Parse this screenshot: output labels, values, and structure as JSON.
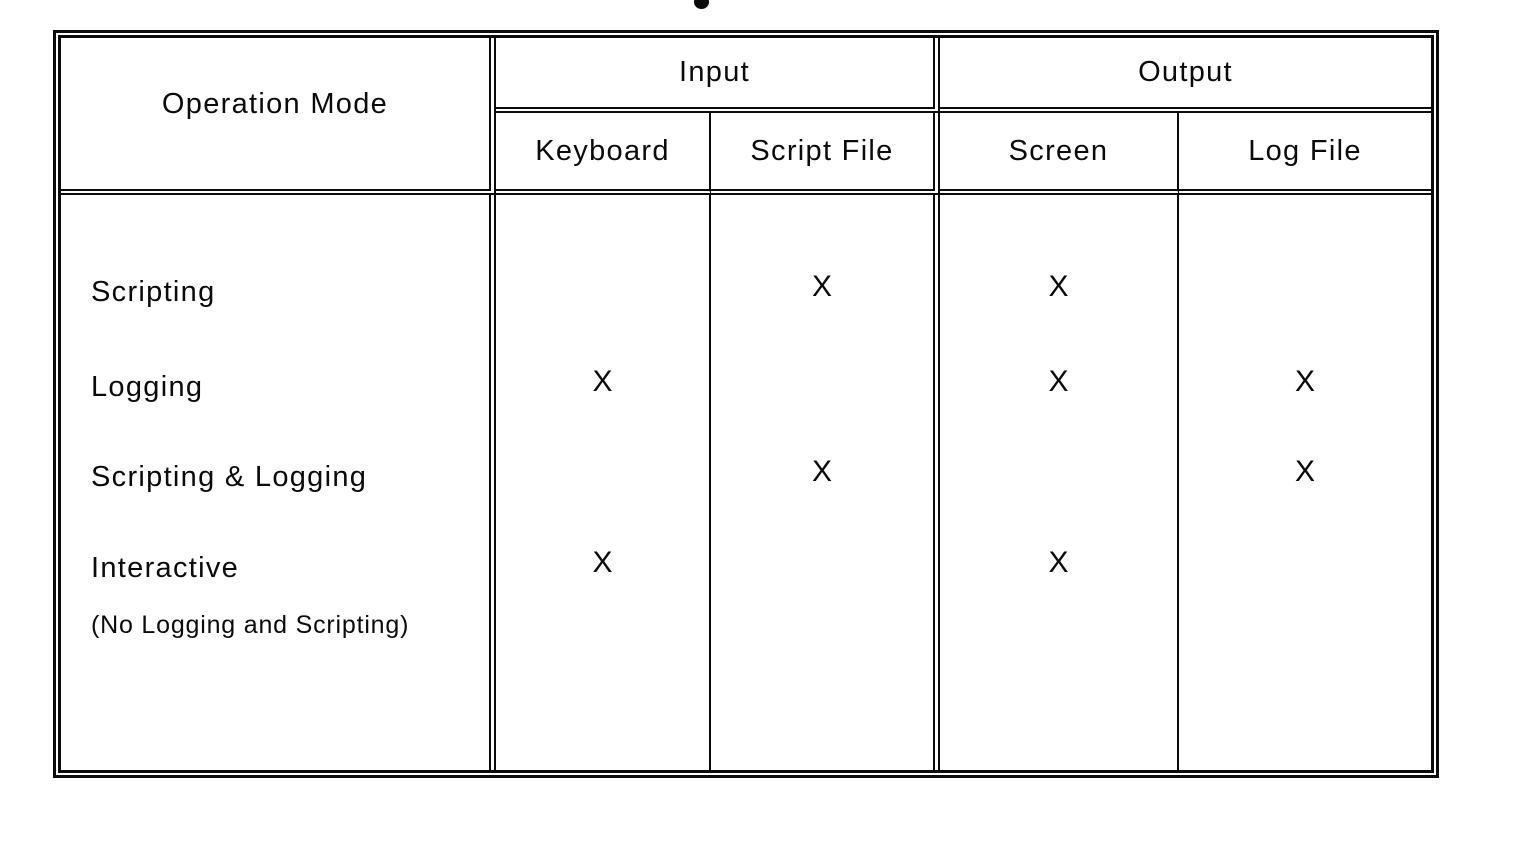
{
  "table": {
    "operation_mode_header": "Operation Mode",
    "input_group_header": "Input",
    "output_group_header": "Output",
    "column_headers": [
      "Keyboard",
      "Script File",
      "Screen",
      "Log File"
    ],
    "mark_symbol": "X",
    "rows": [
      {
        "label": "Scripting",
        "note": "",
        "cells": [
          "",
          "X",
          "X",
          ""
        ]
      },
      {
        "label": "Logging",
        "note": "",
        "cells": [
          "X",
          "",
          "X",
          "X"
        ]
      },
      {
        "label": "Scripting & Logging",
        "note": "",
        "cells": [
          "",
          "X",
          "",
          "X"
        ]
      },
      {
        "label": "Interactive",
        "note": "(No Logging and Scripting)",
        "cells": [
          "X",
          "",
          "X",
          ""
        ]
      }
    ]
  }
}
